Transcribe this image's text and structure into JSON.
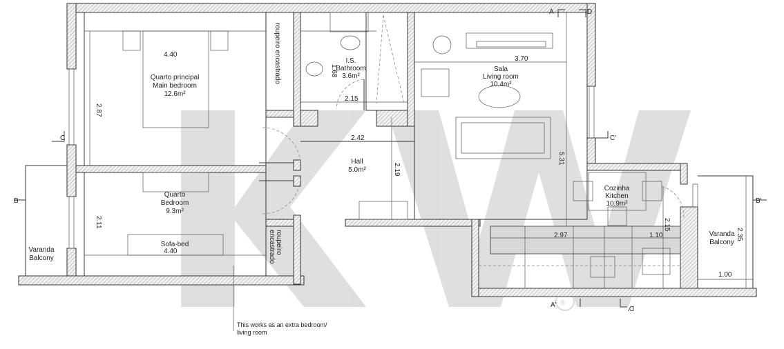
{
  "rooms": {
    "main_bedroom": {
      "pt": "Quarto principal",
      "en": "Main bedroom",
      "area": "12.6m²",
      "width": "4.40",
      "depth": "2.87"
    },
    "bedroom": {
      "pt": "Quarto",
      "en": "Bedroom",
      "area": "9.3m²",
      "width": "4.40",
      "depth": "2.11",
      "furniture": "Sofa-bed"
    },
    "wardrobe_top": "roupeiro encastrado",
    "wardrobe_bottom_1": "roupeiro",
    "wardrobe_bottom_2": "encastrado",
    "bathroom": {
      "pt": "I.S.",
      "en": "Bathroom",
      "area": "3.6m²",
      "width": "2.15",
      "depth": "1.68"
    },
    "hall": {
      "en": "Hall",
      "area": "5.0m²",
      "width": "2.42",
      "depth": "2.19"
    },
    "living": {
      "pt": "Sala",
      "en": "Living room",
      "area": "10.4m²",
      "width": "3.70",
      "depth": "5.31"
    },
    "kitchen": {
      "pt": "Cozinha",
      "en": "Kitchen",
      "area": "10.9m²",
      "width": "2.97",
      "width2": "1.10",
      "depth": "2.15"
    },
    "balcony_left": {
      "pt": "Varanda",
      "en": "Balcony"
    },
    "balcony_right": {
      "pt": "Varanda",
      "en": "Balcony",
      "depth": "2.35",
      "width": "1.00"
    }
  },
  "section_marks": {
    "a": "A",
    "d": "D",
    "c": "C",
    "c2": "C'",
    "b": "B",
    "b2": "B'",
    "a2": "A'",
    "d2": "D'"
  },
  "note": "This works as an extra bedroom/ living room",
  "watermark": {
    "text": "KW",
    "mark": "®",
    "color": "#d4d4d4"
  }
}
